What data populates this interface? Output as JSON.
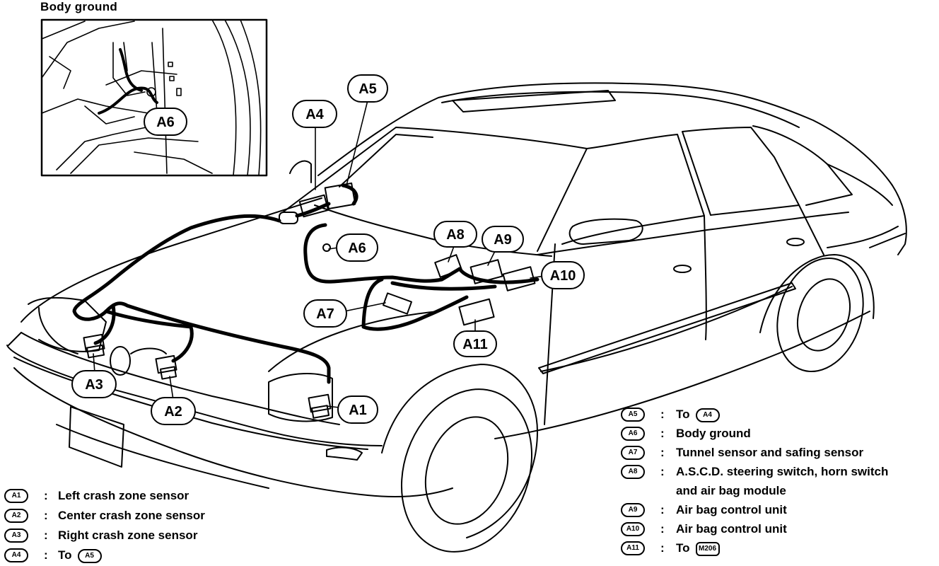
{
  "inset": {
    "title": "Body ground",
    "callout": "A6"
  },
  "callouts": [
    "A1",
    "A2",
    "A3",
    "A4",
    "A5",
    "A6",
    "A7",
    "A8",
    "A9",
    "A10",
    "A11"
  ],
  "legend_left": [
    {
      "id": "A1",
      "colon": ":",
      "text": "Left crash zone sensor"
    },
    {
      "id": "A2",
      "colon": ":",
      "text": "Center crash zone sensor"
    },
    {
      "id": "A3",
      "colon": ":",
      "text": "Right crash zone sensor"
    },
    {
      "id": "A4",
      "colon": ":",
      "text": "To",
      "ref": "A5"
    }
  ],
  "legend_right": [
    {
      "id": "A5",
      "colon": ":",
      "text": "To",
      "ref": "A4"
    },
    {
      "id": "A6",
      "colon": ":",
      "text": "Body ground"
    },
    {
      "id": "A7",
      "colon": ":",
      "text": "Tunnel sensor and safing sensor"
    },
    {
      "id": "A8",
      "colon": ":",
      "text": "A.S.C.D. steering switch, horn switch",
      "text2": "and air bag module"
    },
    {
      "id": "A9",
      "colon": ":",
      "text": "Air bag control unit"
    },
    {
      "id": "A10",
      "colon": ":",
      "text": "Air bag control unit"
    },
    {
      "id": "A11",
      "colon": ":",
      "text": "To",
      "ref": "M206"
    }
  ]
}
